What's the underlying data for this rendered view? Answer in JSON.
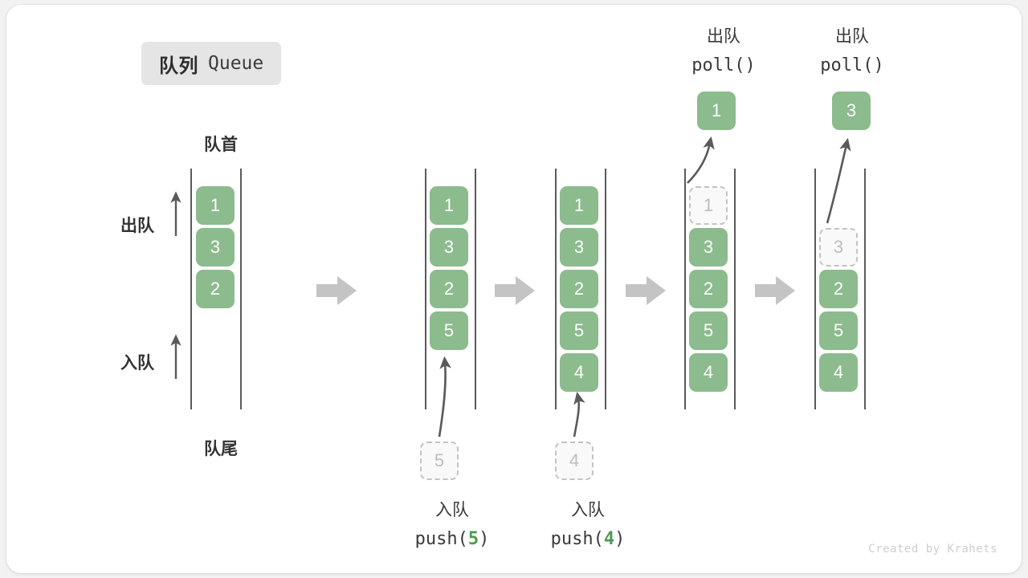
{
  "title": {
    "cn": "队列",
    "en": "Queue"
  },
  "labels": {
    "head": "队首",
    "tail": "队尾",
    "dequeue": "出队",
    "enqueue": "入队"
  },
  "credit": "Created by Krahets",
  "colors": {
    "element": "#8cbb8e",
    "element_text": "#ffffff",
    "ghost_border": "#c3c3c3",
    "ghost_text": "#bdbdbd",
    "rail": "#5a5a5a",
    "arrow": "#5a5a5a",
    "step_arrow": "#c4c4c4",
    "badge_bg": "#e5e5e5",
    "accent_green": "#4e9a51",
    "credit_text": "#cfcfcf"
  },
  "operations": {
    "push5": {
      "cn": "入队",
      "fn": "push(",
      "arg": "5",
      "close": ")"
    },
    "push4": {
      "cn": "入队",
      "fn": "push(",
      "arg": "4",
      "close": ")"
    },
    "poll1": {
      "cn": "出队",
      "code": "poll()"
    },
    "poll2": {
      "cn": "出队",
      "code": "poll()"
    }
  },
  "columns": [
    {
      "id": "initial",
      "elements": [
        {
          "value": "1",
          "state": "filled"
        },
        {
          "value": "3",
          "state": "filled"
        },
        {
          "value": "2",
          "state": "filled"
        }
      ]
    },
    {
      "id": "after-push-5",
      "incoming": {
        "value": "5",
        "state": "ghost"
      },
      "elements": [
        {
          "value": "1",
          "state": "filled"
        },
        {
          "value": "3",
          "state": "filled"
        },
        {
          "value": "2",
          "state": "filled"
        },
        {
          "value": "5",
          "state": "filled"
        }
      ]
    },
    {
      "id": "after-push-4",
      "incoming": {
        "value": "4",
        "state": "ghost"
      },
      "elements": [
        {
          "value": "1",
          "state": "filled"
        },
        {
          "value": "3",
          "state": "filled"
        },
        {
          "value": "2",
          "state": "filled"
        },
        {
          "value": "5",
          "state": "filled"
        },
        {
          "value": "4",
          "state": "filled"
        }
      ]
    },
    {
      "id": "after-poll-1",
      "popped": {
        "value": "1",
        "state": "filled"
      },
      "elements": [
        {
          "value": "1",
          "state": "ghost"
        },
        {
          "value": "3",
          "state": "filled"
        },
        {
          "value": "2",
          "state": "filled"
        },
        {
          "value": "5",
          "state": "filled"
        },
        {
          "value": "4",
          "state": "filled"
        }
      ]
    },
    {
      "id": "after-poll-3",
      "popped": {
        "value": "3",
        "state": "filled"
      },
      "elements": [
        {
          "value": "",
          "state": "empty"
        },
        {
          "value": "3",
          "state": "ghost"
        },
        {
          "value": "2",
          "state": "filled"
        },
        {
          "value": "5",
          "state": "filled"
        },
        {
          "value": "4",
          "state": "filled"
        }
      ]
    }
  ]
}
